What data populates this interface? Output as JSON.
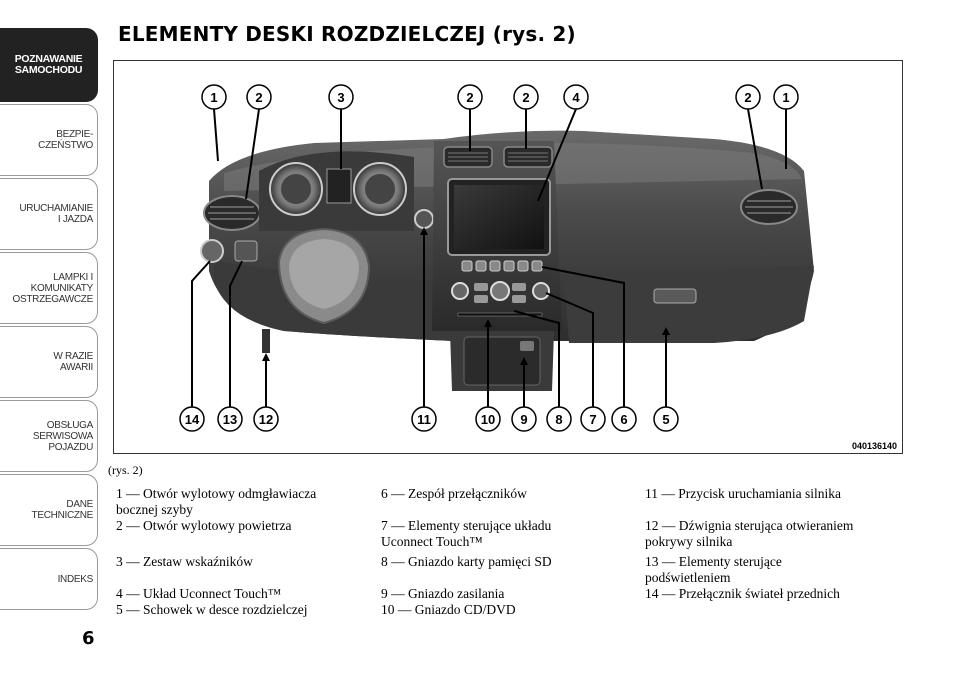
{
  "sidebar": {
    "tabs": [
      {
        "label": "POZNAWANIE\nSAMOCHODU",
        "active": true
      },
      {
        "label": "BEZPIE-\nCZEŃSTWO",
        "active": false
      },
      {
        "label": "URUCHAMIANIE\nI JAZDA",
        "active": false
      },
      {
        "label": "LAMPKI I\nKOMUNIKATY\nOSTRZEGAWCZE",
        "active": false
      },
      {
        "label": "W RAZIE\nAWARII",
        "active": false
      },
      {
        "label": "OBSŁUGA\nSERWISOWA\nPOJAZDU",
        "active": false
      },
      {
        "label": "DANE\nTECHNICZNE",
        "active": false
      },
      {
        "label": "INDEKS",
        "active": false
      }
    ]
  },
  "page_number": "6",
  "title": "ELEMENTY DESKI ROZDZIELCZEJ (rys. 2)",
  "figure": {
    "code": "040136140",
    "callouts_top": [
      "1",
      "2",
      "3",
      "2",
      "2",
      "4",
      "2",
      "1"
    ],
    "callouts_bottom": [
      "14",
      "13",
      "12",
      "11",
      "10",
      "9",
      "8",
      "7",
      "6",
      "5"
    ]
  },
  "figure_ref": "(rys. 2)",
  "legend": {
    "col1": [
      "1 — Otwór wylotowy odmgławiacza\nbocznej szyby",
      "2 — Otwór wylotowy powietrza",
      "3 — Zestaw wskaźników",
      "4 — Układ Uconnect Touch™",
      "5 — Schowek w desce rozdzielczej"
    ],
    "col2": [
      "6 — Zespół przełączników",
      "7 — Elementy sterujące układu\nUconnect Touch™",
      "8 — Gniazdo karty pamięci SD",
      "9 — Gniazdo zasilania",
      "10 — Gniazdo CD/DVD"
    ],
    "col3": [
      "11 — Przycisk uruchamiania silnika",
      "12 — Dźwignia sterująca otwieraniem\npokrywy silnika",
      "13 — Elementy sterujące\npodświetleniem",
      "14 — Przełącznik świateł przednich"
    ]
  }
}
